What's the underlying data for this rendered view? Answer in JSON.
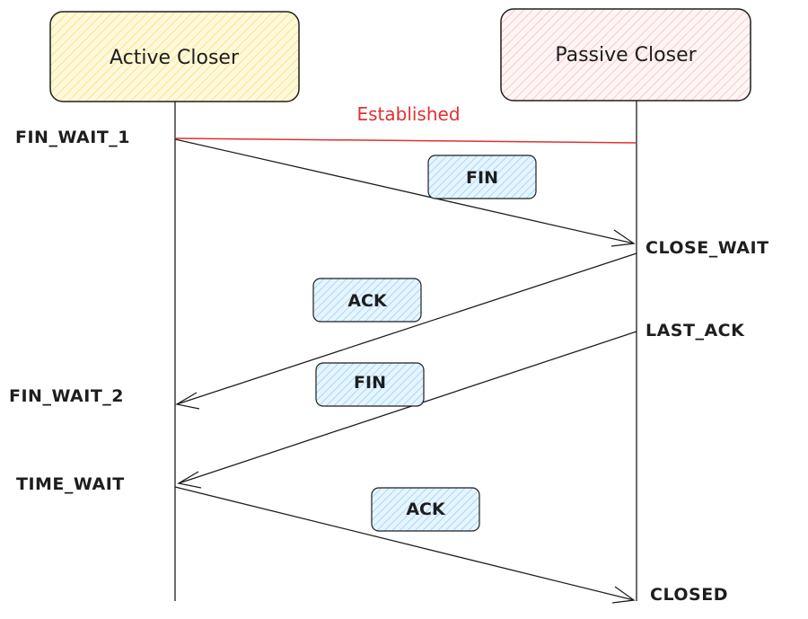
{
  "actors": {
    "left": {
      "label": "Active Closer",
      "fill": "#fff3bf",
      "stroke": "#1e1e1e"
    },
    "right": {
      "label": "Passive Closer",
      "fill": "#ffe3e3",
      "stroke": "#1e1e1e"
    }
  },
  "established": {
    "label": "Established",
    "color": "#e03131"
  },
  "states_left": {
    "s1": "FIN_WAIT_1",
    "s2": "FIN_WAIT_2",
    "s3": "TIME_WAIT"
  },
  "states_right": {
    "s1": "CLOSE_WAIT",
    "s2": "LAST_ACK",
    "s3": "CLOSED"
  },
  "messages": {
    "m1": "FIN",
    "m2": "ACK",
    "m3": "FIN",
    "m4": "ACK"
  },
  "colors": {
    "message_box_fill": "#d0ebff",
    "stroke": "#1e1e1e"
  }
}
